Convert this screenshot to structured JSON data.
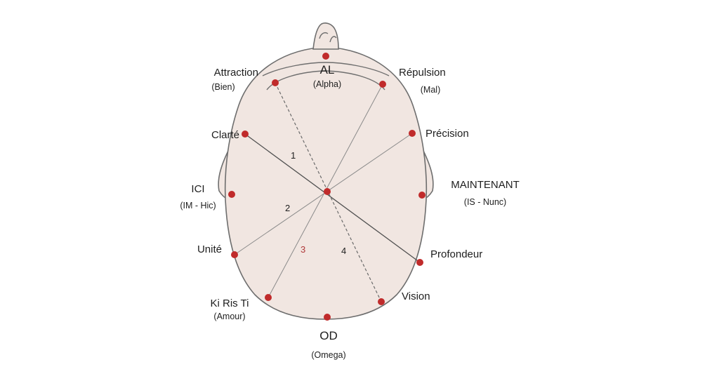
{
  "points": {
    "al": {
      "label": "AL",
      "sub": "(Alpha)"
    },
    "attraction": {
      "label": "Attraction",
      "sub": "(Bien)"
    },
    "repulsion": {
      "label": "Répulsion",
      "sub": "(Mal)"
    },
    "clarte": {
      "label": "Clarté"
    },
    "precision": {
      "label": "Précision"
    },
    "ici": {
      "label": "ICI",
      "sub": "(IM - Hic)"
    },
    "maintenant": {
      "label": "MAINTENANT",
      "sub": "(IS - Nunc)"
    },
    "unite": {
      "label": "Unité"
    },
    "profondeur": {
      "label": "Profondeur"
    },
    "kiristi": {
      "label": "Ki Ris Ti",
      "sub": "(Amour)"
    },
    "vision": {
      "label": "Vision"
    },
    "od": {
      "label": "OD",
      "sub": "(Omega)"
    }
  },
  "line_numbers": [
    "1",
    "2",
    "3",
    "4"
  ],
  "colors": {
    "dot": "#c02b2b",
    "head_fill": "#f1e6e1",
    "outline": "#6e6e6e",
    "number_3": "#b03a3a"
  }
}
